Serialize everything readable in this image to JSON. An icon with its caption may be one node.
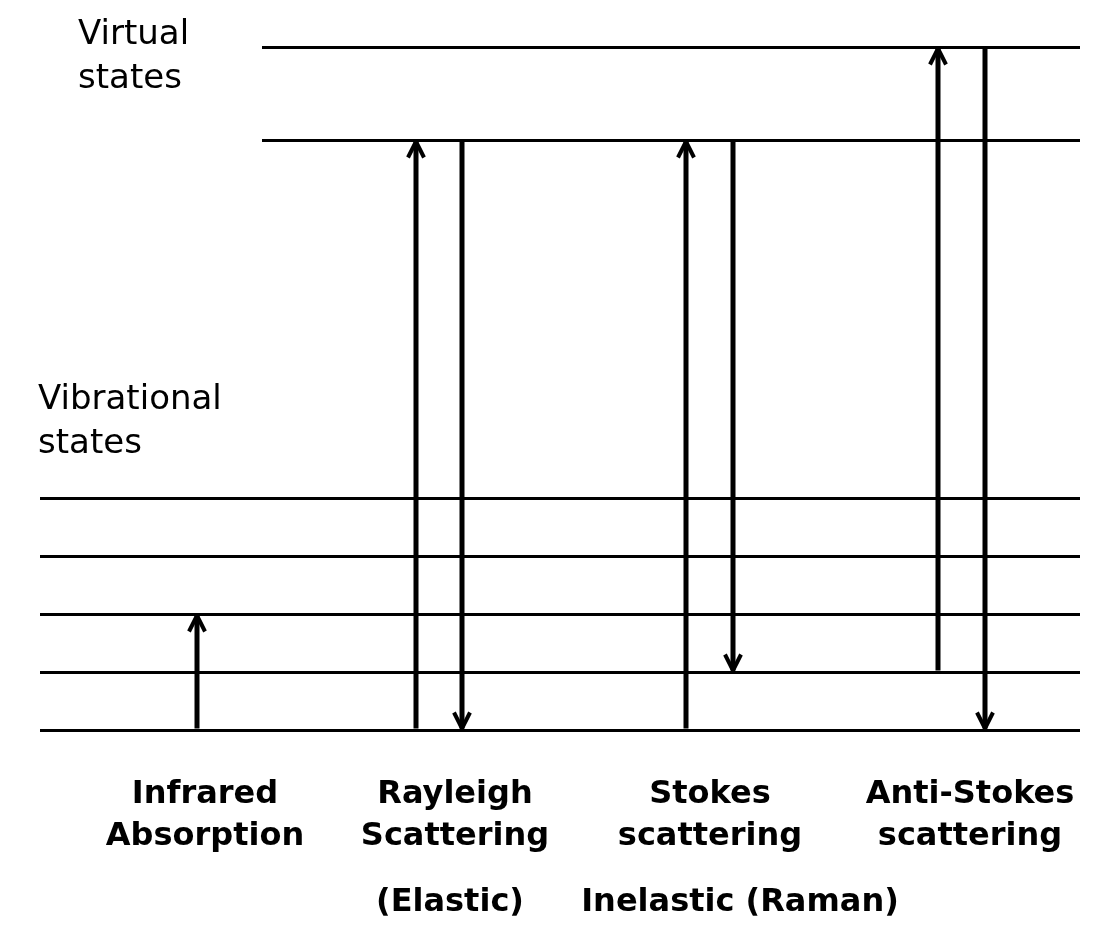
{
  "diagram": {
    "nodes": [
      {
        "text": [],
        "shape": "bar"
      },
      {
        "text": [],
        "shape": "bar"
      },
      {
        "text": [],
        "shape": "bar"
      },
      {
        "text": [],
        "shape": "bar"
      },
      {
        "text": [],
        "shape": "bar"
      },
      {
        "text": [],
        "shape": "bar"
      },
      {
        "text": [],
        "shape": "bar"
      }
    ],
    "edges": [
      {
        "from": 6,
        "to": 4,
        "arrow": "to"
      },
      {
        "from": 6,
        "to": 1,
        "arrow": "to"
      },
      {
        "from": 1,
        "to": 6,
        "arrow": "to"
      },
      {
        "from": 6,
        "to": 1,
        "arrow": "to"
      },
      {
        "from": 1,
        "to": 5,
        "arrow": "to"
      },
      {
        "from": 5,
        "to": 0,
        "arrow": "to"
      },
      {
        "from": 0,
        "to": 6,
        "arrow": "to"
      }
    ],
    "labels": [
      "Virtual states",
      "Vibrational states",
      "Infrared Absorption",
      "Rayleigh Scattering",
      "Stokes scattering",
      "Anti-Stokes scattering",
      "(Elastic)",
      "Inelastic (Raman)"
    ]
  }
}
